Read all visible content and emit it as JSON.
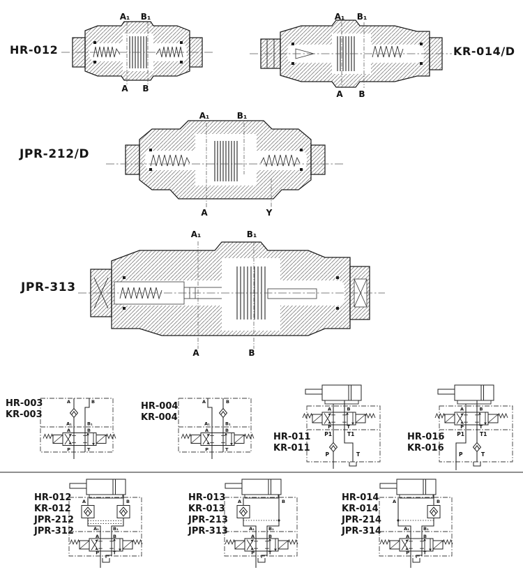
{
  "cutaways": [
    {
      "label": "HR-012",
      "ports": {
        "a1": "A₁",
        "b1": "B₁",
        "a": "A",
        "b": "B"
      }
    },
    {
      "label": "KR-014/D",
      "ports": {
        "a1": "A₁",
        "b1": "B₁",
        "a": "A",
        "b": "B"
      }
    },
    {
      "label": "JPR-212/D",
      "ports": {
        "a1": "A₁",
        "b1": "B₁",
        "a": "A",
        "y": "Y"
      }
    },
    {
      "label": "JPR-313",
      "ports": {
        "a1": "A₁",
        "b1": "B₁",
        "a": "A",
        "b": "B"
      }
    }
  ],
  "row1": [
    {
      "models": [
        "HR-003",
        "KR-003"
      ],
      "ports": {
        "a": "A",
        "b": "B",
        "a1": "A₁",
        "b1": "B₁",
        "va": "A",
        "vb": "B",
        "p": "P",
        "t": "T"
      }
    },
    {
      "models": [
        "HR-004",
        "KR-004"
      ],
      "ports": {
        "a": "A",
        "b": "B",
        "a1": "A₁",
        "b1": "B₁",
        "va": "A",
        "vb": "B",
        "p": "P",
        "t": "T"
      }
    },
    {
      "models": [
        "HR-011",
        "KR-011"
      ],
      "ports": {
        "va": "A",
        "vb": "B",
        "vp": "P",
        "vt": "T",
        "p1": "P1",
        "t1": "T1",
        "p": "P",
        "t": "T"
      }
    },
    {
      "models": [
        "HR-016",
        "KR-016"
      ],
      "ports": {
        "va": "A",
        "vb": "B",
        "vp": "P",
        "vt": "T",
        "p1": "P1",
        "t1": "T1",
        "p": "P",
        "t": "T"
      }
    }
  ],
  "row2": [
    {
      "models": [
        "HR-012",
        "KR-012",
        "JPR-212",
        "JPR-312"
      ],
      "ports": {
        "a": "A",
        "b": "B",
        "a1": "A₁",
        "b1": "B₁",
        "va": "A",
        "vb": "B",
        "p": "P",
        "t": "T"
      }
    },
    {
      "models": [
        "HR-013",
        "KR-013",
        "JPR-213",
        "JPR-313"
      ],
      "ports": {
        "a": "A",
        "b": "B",
        "a1": "A₁",
        "b1": "B₁",
        "va": "A",
        "vb": "B",
        "p": "P",
        "t": "T"
      }
    },
    {
      "models": [
        "HR-014",
        "KR-014",
        "JPR-214",
        "JPR-314"
      ],
      "ports": {
        "a": "A",
        "b": "B",
        "a1": "A₁",
        "b1": "B₁",
        "va": "A",
        "vb": "B",
        "p": "P",
        "t": "T"
      }
    }
  ]
}
